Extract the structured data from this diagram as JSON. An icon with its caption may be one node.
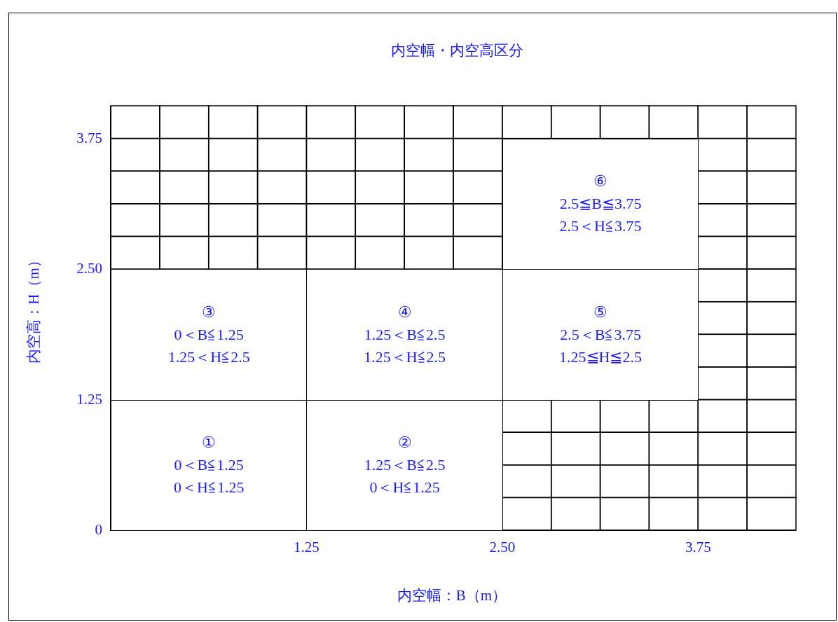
{
  "diagram": {
    "title": "内空幅・内空高区分",
    "nodes": [
      {
        "text": [
          "①",
          "0＜B≦1.25",
          "0＜H≦1.25"
        ]
      },
      {
        "text": [
          "②",
          "1.25＜B≦2.5",
          "0＜H≦1.25"
        ]
      },
      {
        "text": [
          "③",
          "0＜B≦1.25",
          "1.25＜H≦2.5"
        ]
      },
      {
        "text": [
          "④",
          "1.25＜B≦2.5",
          "1.25＜H≦2.5"
        ]
      },
      {
        "text": [
          "⑤",
          "2.5＜B≦3.75",
          "1.25≦H≦2.5"
        ]
      },
      {
        "text": [
          "⑥",
          "2.5≦B≦3.75",
          "2.5＜H≦3.75"
        ]
      }
    ],
    "labels": [
      "3.75",
      "2.50",
      "1.25",
      "0",
      "1.25",
      "2.50",
      "3.75",
      "内空高：H（m）",
      "内空幅：B（m）"
    ]
  }
}
